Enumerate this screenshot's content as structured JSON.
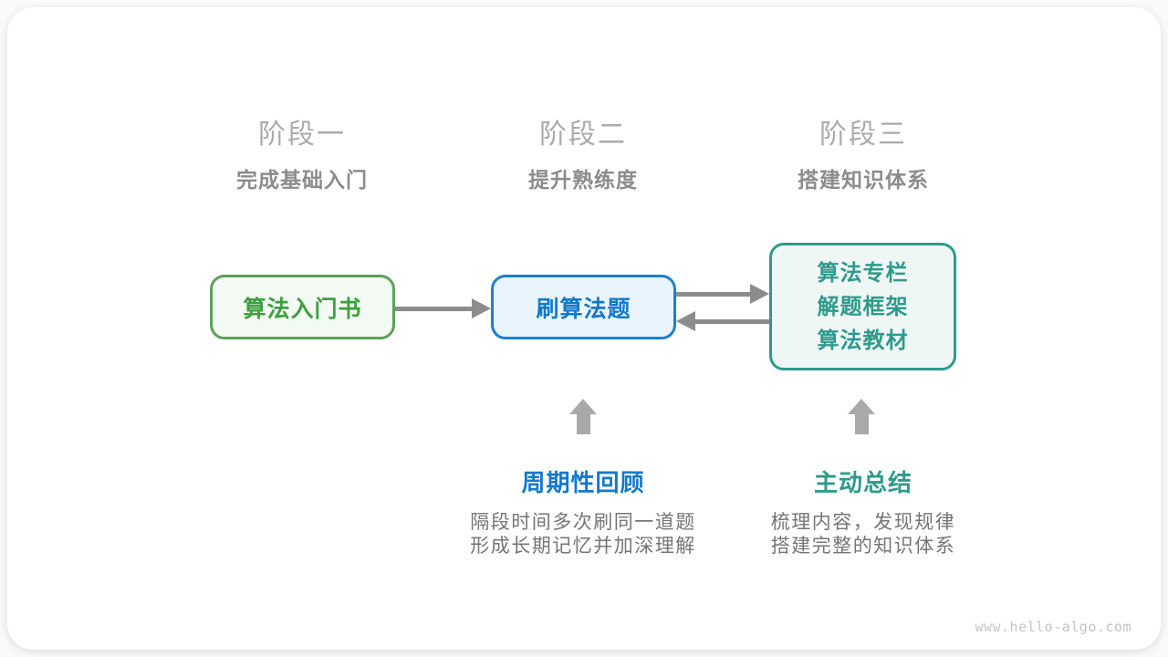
{
  "stages": [
    {
      "title": "阶段一",
      "subtitle": "完成基础入门"
    },
    {
      "title": "阶段二",
      "subtitle": "提升熟练度"
    },
    {
      "title": "阶段三",
      "subtitle": "搭建知识体系"
    }
  ],
  "nodes": [
    {
      "label": "算法入门书"
    },
    {
      "label": "刷算法题"
    },
    {
      "lines": [
        "算法专栏",
        "解题框架",
        "算法教材"
      ]
    }
  ],
  "annotations": [
    {
      "title": "周期性回顾",
      "lines": [
        "隔段时间多次刷同一道题",
        "形成长期记忆并加深理解"
      ]
    },
    {
      "title": "主动总结",
      "lines": [
        "梳理内容，发现规律",
        "搭建完整的知识体系"
      ]
    }
  ],
  "watermark": "www.hello-algo.com",
  "colors": {
    "green_border": "#5ba15b",
    "green_bg": "#f3f9f3",
    "green_text": "#3da03d",
    "blue_border": "#1c80cf",
    "blue_bg": "#eaf4fc",
    "blue_text": "#1379cd",
    "teal_border": "#2e9b8c",
    "teal_bg": "#eff7f5",
    "teal_text": "#2e9b8c",
    "arrow_gray": "#8c8c8c",
    "up_arrow_gray": "#a9a9a9",
    "stage_title_gray": "#ababab",
    "stage_subtitle_gray": "#8c8c8c",
    "desc_gray": "#757575",
    "watermark_gray": "#c4c4c4"
  }
}
